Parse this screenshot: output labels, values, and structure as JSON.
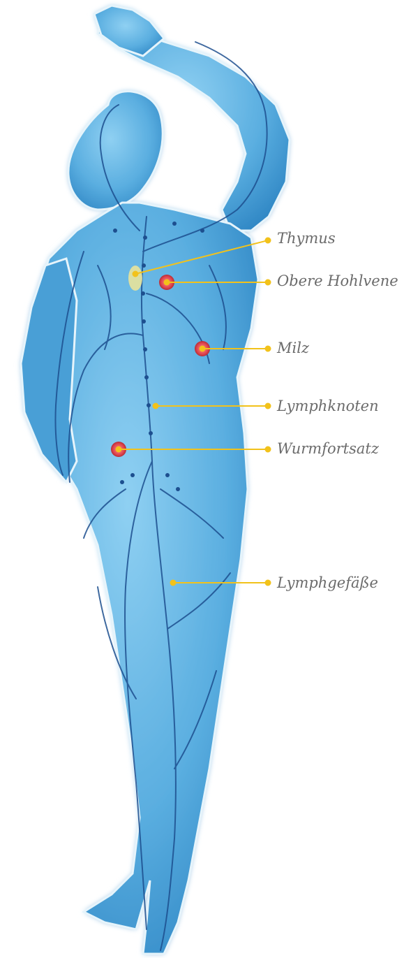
{
  "colors": {
    "body_fill": "#5aaee0",
    "vessel": "#1d4f8f",
    "leader": "#f2c21b",
    "organ_red": "#e0474f",
    "thymus": "#e8e39a",
    "label_text": "#6b6b6b"
  },
  "labels": {
    "thymus": "Thymus",
    "obere_hohlvene": "Obere Hohlvene",
    "milz": "Milz",
    "lymphknoten": "Lymphknoten",
    "wurmfortsatz": "Wurmfortsatz",
    "lymphgefaesse": "Lymphgefäße"
  }
}
